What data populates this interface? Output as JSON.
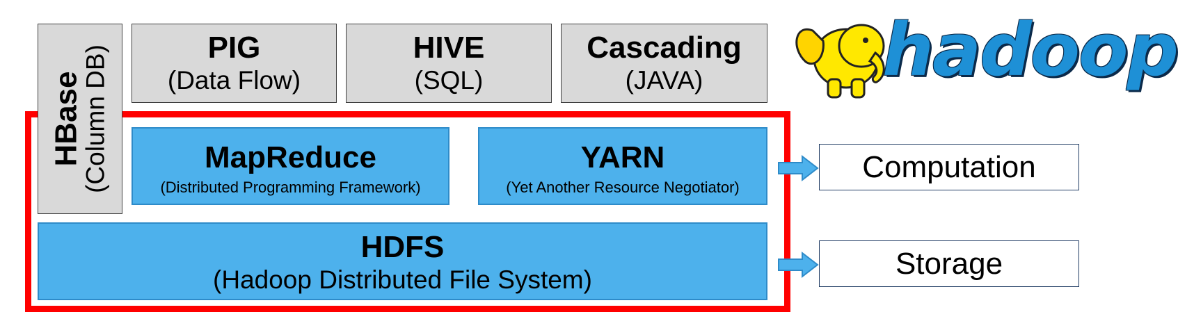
{
  "colors": {
    "gray_box": "#d9d9d9",
    "blue_box": "#4db1ec",
    "frame": "#ff0000",
    "arrow": "#4db1ec",
    "logo_text": "#1e90d6",
    "elephant": "#ffe800"
  },
  "hbase": {
    "title": "HBase",
    "subtitle": "(Column DB)"
  },
  "pig": {
    "title": "PIG",
    "subtitle": "(Data Flow)"
  },
  "hive": {
    "title": "HIVE",
    "subtitle": "(SQL)"
  },
  "cascading": {
    "title": "Cascading",
    "subtitle": "(JAVA)"
  },
  "mapreduce": {
    "title": "MapReduce",
    "subtitle": "(Distributed Programming Framework)"
  },
  "yarn": {
    "title": "YARN",
    "subtitle": "(Yet Another Resource Negotiator)"
  },
  "hdfs": {
    "title": "HDFS",
    "subtitle": "(Hadoop Distributed File System)"
  },
  "labels": {
    "computation": "Computation",
    "storage": "Storage"
  },
  "logo": {
    "text": "hadoop",
    "icon": "elephant-icon"
  }
}
